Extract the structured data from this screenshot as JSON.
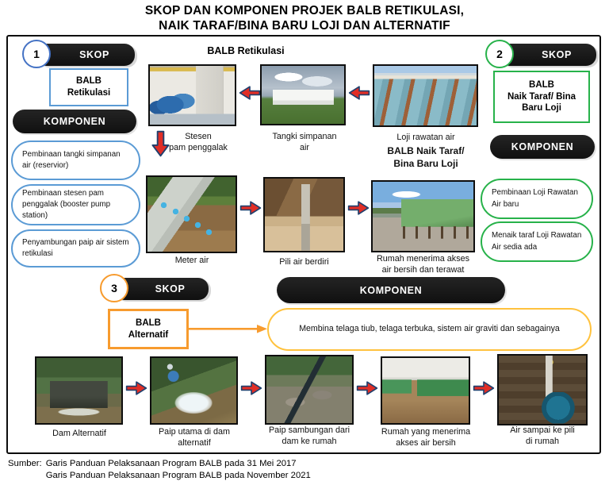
{
  "title": {
    "line1": "SKOP DAN KOMPONEN PROJEK BALB RETIKULASI,",
    "line2": "NAIK TARAF/BINA BARU LOJI DAN ALTERNATIF"
  },
  "colors": {
    "scope1_accent": "#4472C4",
    "scope1_light": "#5B9BD5",
    "scope2_accent": "#27B24A",
    "scope3_accent": "#F79B2E",
    "badge_bg": "#161616",
    "arrow_red": "#E12E26",
    "arrow_outline": "#20406E"
  },
  "scope1": {
    "number": "1",
    "skop_label": "SKOP",
    "name": "BALB\nRetikulasi",
    "komponen_label": "KOMPONEN",
    "items": [
      "Pembinaan tangki simpanan air (reservior)",
      "Pembinaan stesen pam penggalak (booster pump station)",
      "Penyambungan paip air sistem retikulasi"
    ]
  },
  "scope2": {
    "number": "2",
    "skop_label": "SKOP",
    "name": "BALB\nNaik Taraf/ Bina\nBaru Loji",
    "komponen_label": "KOMPONEN",
    "items": [
      "Pembinaan Loji Rawatan Air baru",
      "Menaik taraf Loji Rawatan Air sedia ada"
    ]
  },
  "scope3": {
    "number": "3",
    "skop_label": "SKOP",
    "name": "BALB\nAlternatif",
    "komponen_label": "KOMPONEN",
    "items": [
      "Membina telaga tiub, telaga terbuka, sistem air graviti dan sebagainya"
    ]
  },
  "flow_retikulasi": {
    "header": "BALB Retikulasi",
    "labels": {
      "stesen": "Stesen\npam penggalak",
      "tangki": "Tangki simpanan\nair",
      "loji": "Loji rawatan air",
      "naiktaraf_header": "BALB Naik Taraf/\nBina Baru Loji"
    }
  },
  "flow_naiktaraf": {
    "labels": {
      "meter": "Meter air",
      "pili": "Pili air berdiri",
      "rumah": "Rumah menerima akses\nair bersih dan terawat"
    }
  },
  "flow_alternatif": {
    "labels": {
      "dam": "Dam Alternatif",
      "paip_utama": "Paip utama di dam\nalternatif",
      "paip_sambungan": "Paip sambungan dari\ndam ke rumah",
      "rumah": "Rumah yang menerima\nakses air bersih",
      "pili": "Air sampai ke pili\ndi rumah"
    }
  },
  "source": {
    "prefix": "Sumber:",
    "line1": "Garis Panduan Pelaksanaan Program BALB pada 31 Mei 2017",
    "line2": "Garis Panduan Pelaksanaan Program BALB pada November 2021"
  }
}
